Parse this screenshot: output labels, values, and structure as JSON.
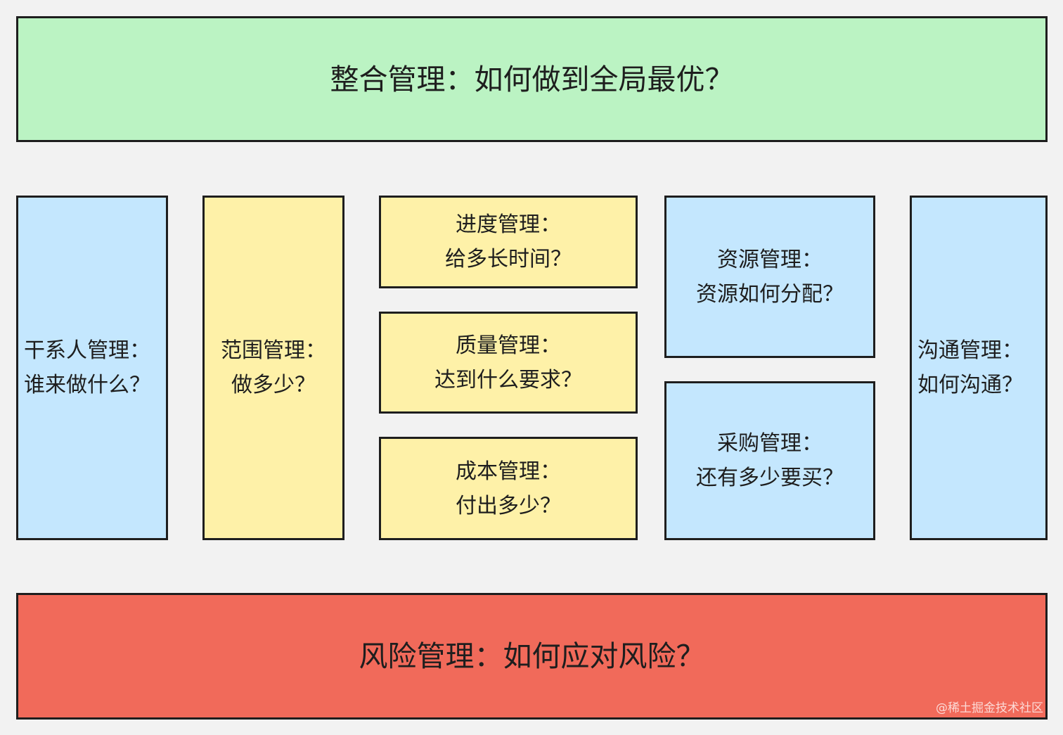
{
  "integration": {
    "text": "整合管理：如何做到全局最优？"
  },
  "stakeholder": {
    "line1": "干系人管理：",
    "line2": "谁来做什么？"
  },
  "scope": {
    "line1": "范围管理：",
    "line2": "做多少？"
  },
  "schedule": {
    "line1": "进度管理：",
    "line2": "给多长时间？"
  },
  "quality": {
    "line1": "质量管理：",
    "line2": "达到什么要求？"
  },
  "cost": {
    "line1": "成本管理：",
    "line2": "付出多少？"
  },
  "resource": {
    "line1": "资源管理：",
    "line2": "资源如何分配？"
  },
  "procurement": {
    "line1": "采购管理：",
    "line2": "还有多少要买？"
  },
  "communication": {
    "line1": "沟通管理：",
    "line2": "如何沟通？"
  },
  "risk": {
    "text": "风险管理：如何应对风险？"
  },
  "watermark": "@稀土掘金技术社区",
  "colors": {
    "green": "#bbf3c3",
    "blue": "#c4e7fe",
    "yellow": "#fef1a8",
    "red": "#f16a5a",
    "border": "#1e1e1e",
    "background": "#f2f2f2"
  }
}
